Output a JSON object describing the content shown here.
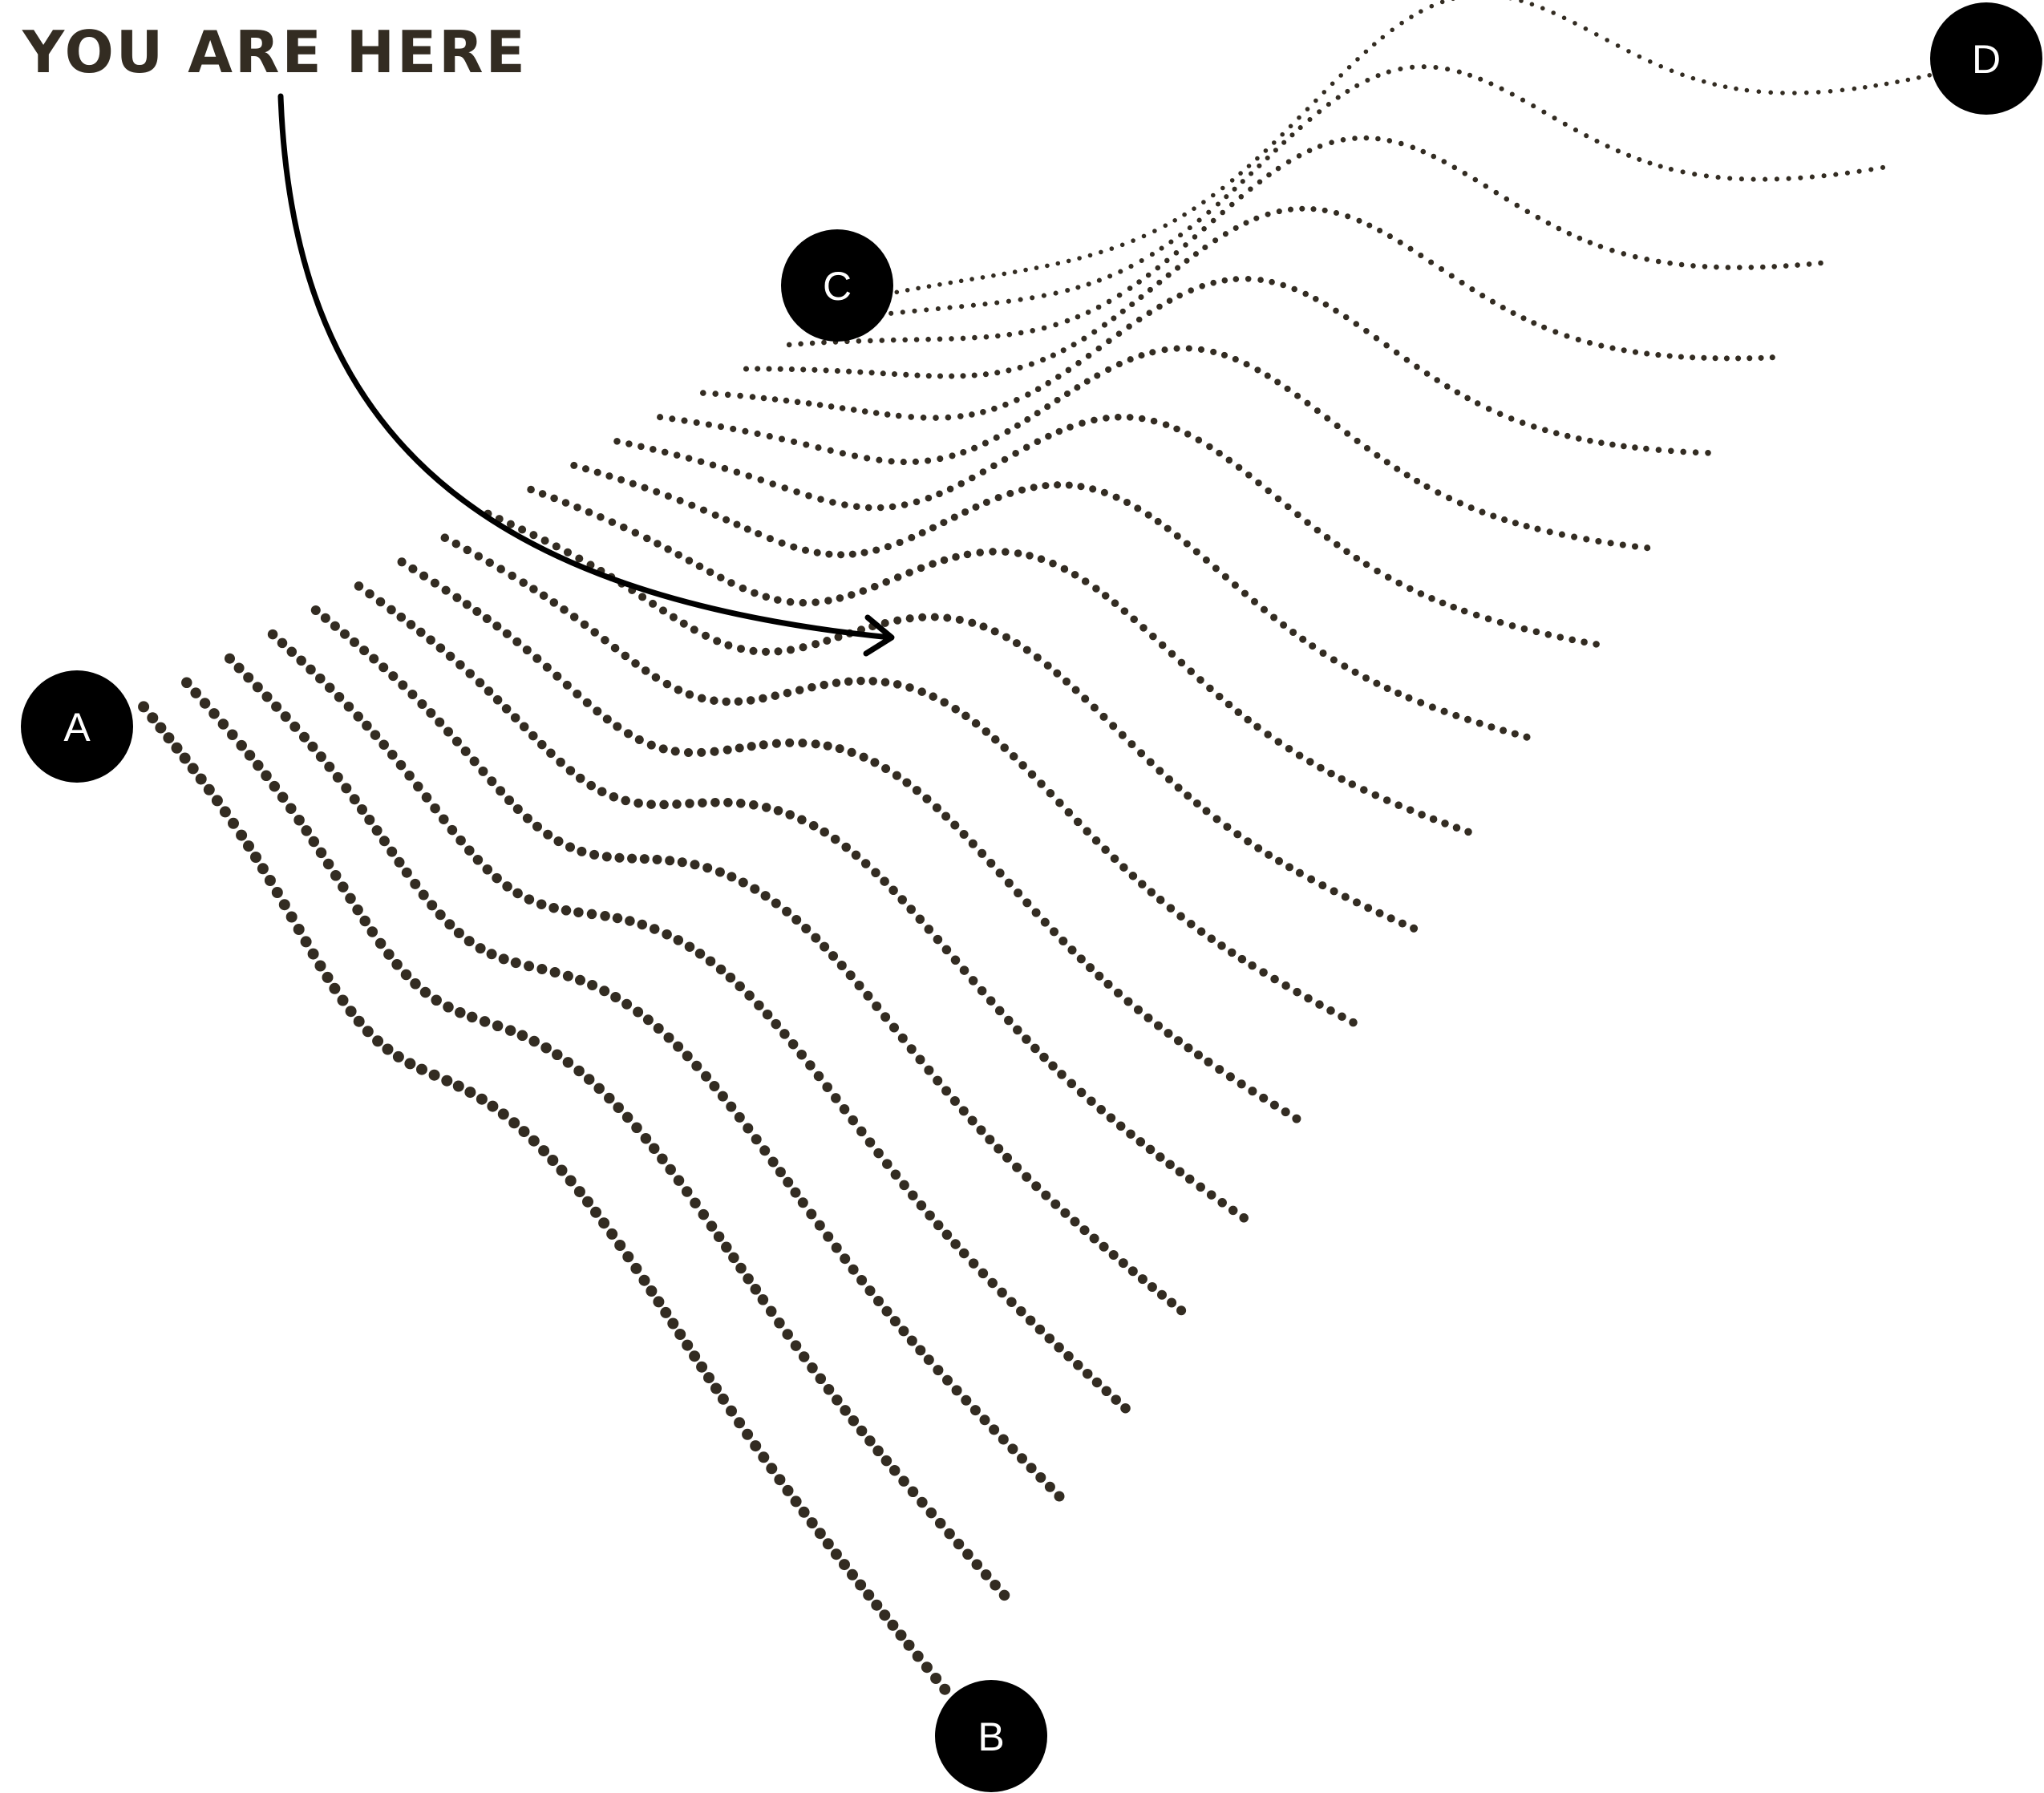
{
  "heading": "YOU ARE HERE",
  "nodes": {
    "a": "A",
    "b": "B",
    "c": "C",
    "d": "D"
  },
  "colors": {
    "ink": "#332c22",
    "node_fill": "#000000",
    "node_text": "#ffffff",
    "arrow": "#000000",
    "background": "#ffffff"
  },
  "icons": {
    "arrow": "curved-arrow-icon",
    "surface": "dotted-wave-surface"
  }
}
